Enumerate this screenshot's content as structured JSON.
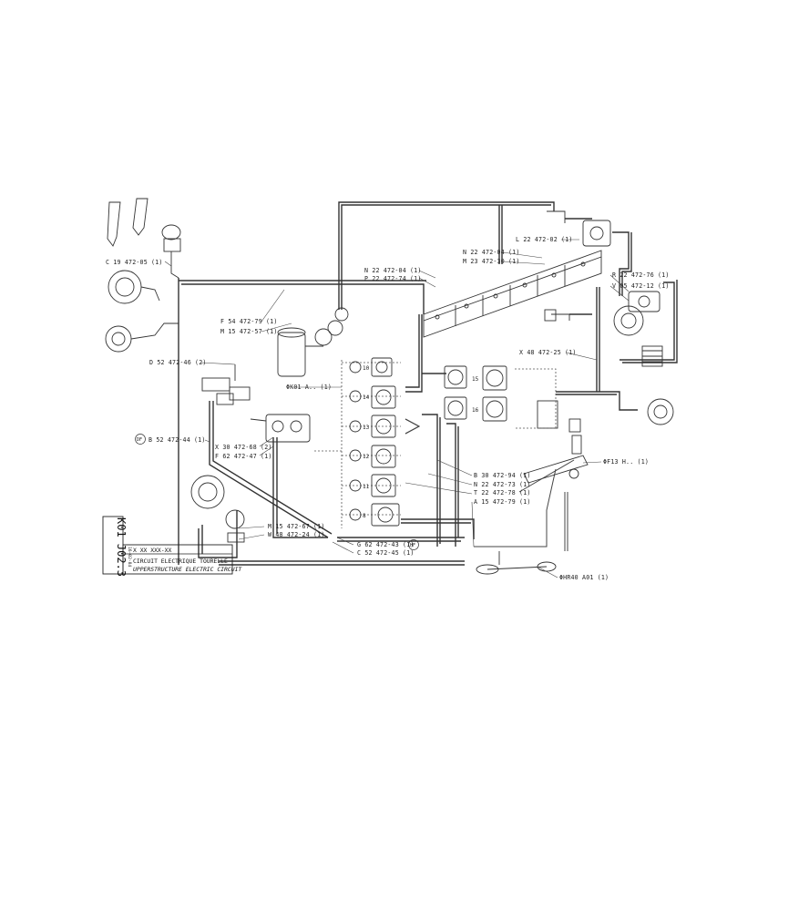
{
  "labels": {
    "l22": "L 22 472-02 (1)",
    "n22_04b": "N 22 472-04 (1)",
    "m23": "M 23 472-30 (1)",
    "n22_04": "N 22 472-04 (1)",
    "p22": "P 22 472-74 (1)",
    "c19": "C 19 472-05 (1)",
    "f54": "F 54 472-79 (1)",
    "m15_57": "M 15 472-57 (1)",
    "r22": "R 22 472-76 (1)",
    "v05": "V 05 472-12 (1)",
    "x48": "X 48 472-25 (1)",
    "d52": "D 52 472-46 (2)",
    "k01": "ΦK01 A.. (1)",
    "b52": "B 52 472-44 (1)",
    "b52_badge": "DF",
    "x30": "X 30 472-68 (2)",
    "f62": "F 62 472-47 (1)",
    "f13": "ΦF13 H.. (1)",
    "b30": "B 30 472-94 (1)",
    "n22_73": "N 22 472-73 (1)",
    "t22": "T 22 472-78 (1)",
    "a15": "A 15 472-79 (1)",
    "m15_67": "M 15 472-67 (1)",
    "w48": "W 48 472-24 (1)",
    "g62": "G 62 472-43 (1)",
    "g62_badge": "HF",
    "c52": "C 52 472-45 (1)",
    "hr40": "ΦHR40 A01 (1)"
  },
  "connectors": [
    "10",
    "14",
    "13",
    "12",
    "11",
    "8",
    "15",
    "16"
  ],
  "title_block": {
    "sheet_id": "K01 J02.3",
    "date": "16-02-84",
    "code": "X XX XXX-XX",
    "title_fr": "CIRCUIT ELECTRIQUE TOURELLE",
    "title_en": "UPPERSTRUCTURE ELECTRIC CIRCUIT"
  }
}
